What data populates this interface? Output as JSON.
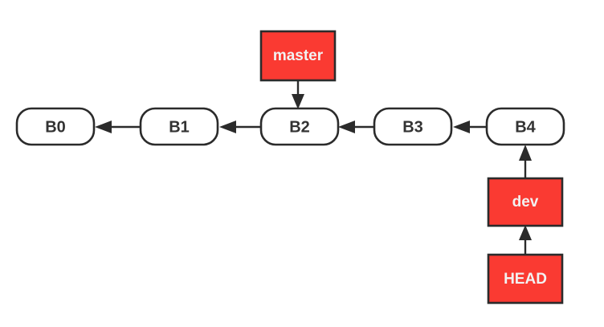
{
  "diagram": {
    "title": "git branch pointer diagram",
    "background_color": "#ffffff",
    "commit_fill": "#ffffff",
    "commit_stroke": "#2b2b2b",
    "commit_text_color": "#333333",
    "ref_fill": "#fa3a32",
    "ref_stroke": "#2b2b2b",
    "ref_text_color": "#f2f2f2",
    "edge_color": "#2b2b2b",
    "commits": [
      {
        "id": "b0",
        "label": "B0"
      },
      {
        "id": "b1",
        "label": "B1"
      },
      {
        "id": "b2",
        "label": "B2"
      },
      {
        "id": "b3",
        "label": "B3"
      },
      {
        "id": "b4",
        "label": "B4"
      }
    ],
    "refs": [
      {
        "id": "master",
        "label": "master",
        "points_to": "B2"
      },
      {
        "id": "dev",
        "label": "dev",
        "points_to": "B4"
      },
      {
        "id": "head",
        "label": "HEAD",
        "points_to": "dev"
      }
    ],
    "edges": [
      {
        "from": "B1",
        "to": "B0",
        "direction": "left"
      },
      {
        "from": "B2",
        "to": "B1",
        "direction": "left"
      },
      {
        "from": "B3",
        "to": "B2",
        "direction": "left"
      },
      {
        "from": "B4",
        "to": "B3",
        "direction": "left"
      },
      {
        "from": "master",
        "to": "B2",
        "direction": "down"
      },
      {
        "from": "dev",
        "to": "B4",
        "direction": "up"
      },
      {
        "from": "HEAD",
        "to": "dev",
        "direction": "up"
      }
    ]
  }
}
